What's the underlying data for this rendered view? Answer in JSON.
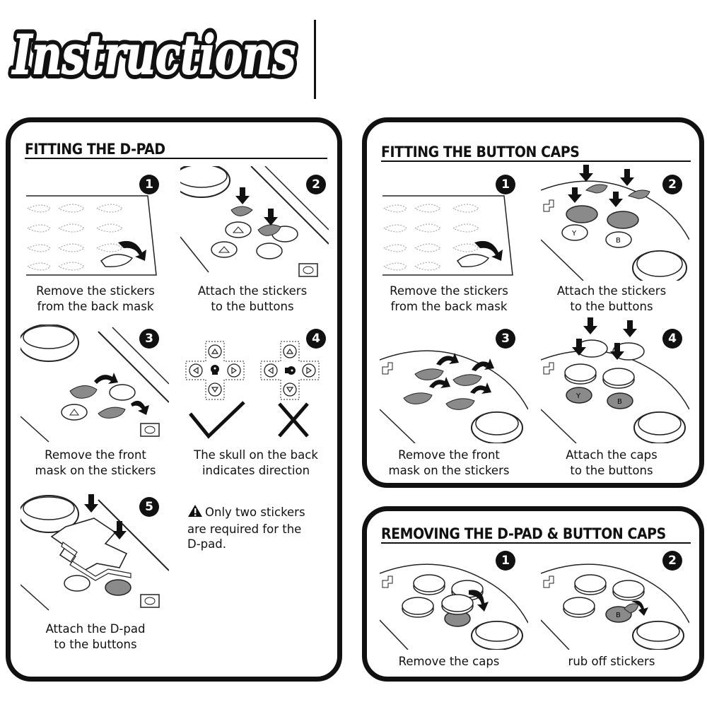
{
  "header": {
    "title": "Instructions"
  },
  "dpad": {
    "heading": "FITTING THE D-PAD",
    "steps": [
      {
        "num": "1",
        "line1": "Remove the stickers",
        "line2": "from the back mask"
      },
      {
        "num": "2",
        "line1": "Attach the stickers",
        "line2": "to the buttons"
      },
      {
        "num": "3",
        "line1": "Remove the front",
        "line2": "mask on the stickers"
      },
      {
        "num": "4",
        "line1": "The skull on the back",
        "line2": "indicates direction"
      },
      {
        "num": "5",
        "line1": "Attach the D-pad",
        "line2": "to the buttons"
      }
    ],
    "note": {
      "line1": "Only two stickers",
      "line2": "are required for the",
      "line3": "D-pad."
    }
  },
  "caps": {
    "heading": "FITTING THE BUTTON CAPS",
    "steps": [
      {
        "num": "1",
        "line1": "Remove the stickers",
        "line2": "from the back mask"
      },
      {
        "num": "2",
        "line1": "Attach the stickers",
        "line2": "to the buttons"
      },
      {
        "num": "3",
        "line1": "Remove the front",
        "line2": "mask on the stickers"
      },
      {
        "num": "4",
        "line1": "Attach the caps",
        "line2": "to the buttons"
      }
    ]
  },
  "remove": {
    "heading": "REMOVING THE D-PAD & BUTTON CAPS",
    "steps": [
      {
        "num": "1",
        "label": "Remove the caps"
      },
      {
        "num": "2",
        "label": "rub off stickers"
      }
    ]
  },
  "button_letters": {
    "y": "Y",
    "b": "B"
  },
  "colors": {
    "ink": "#111111",
    "sticker": "#8a8a8a",
    "paper": "#ffffff"
  }
}
